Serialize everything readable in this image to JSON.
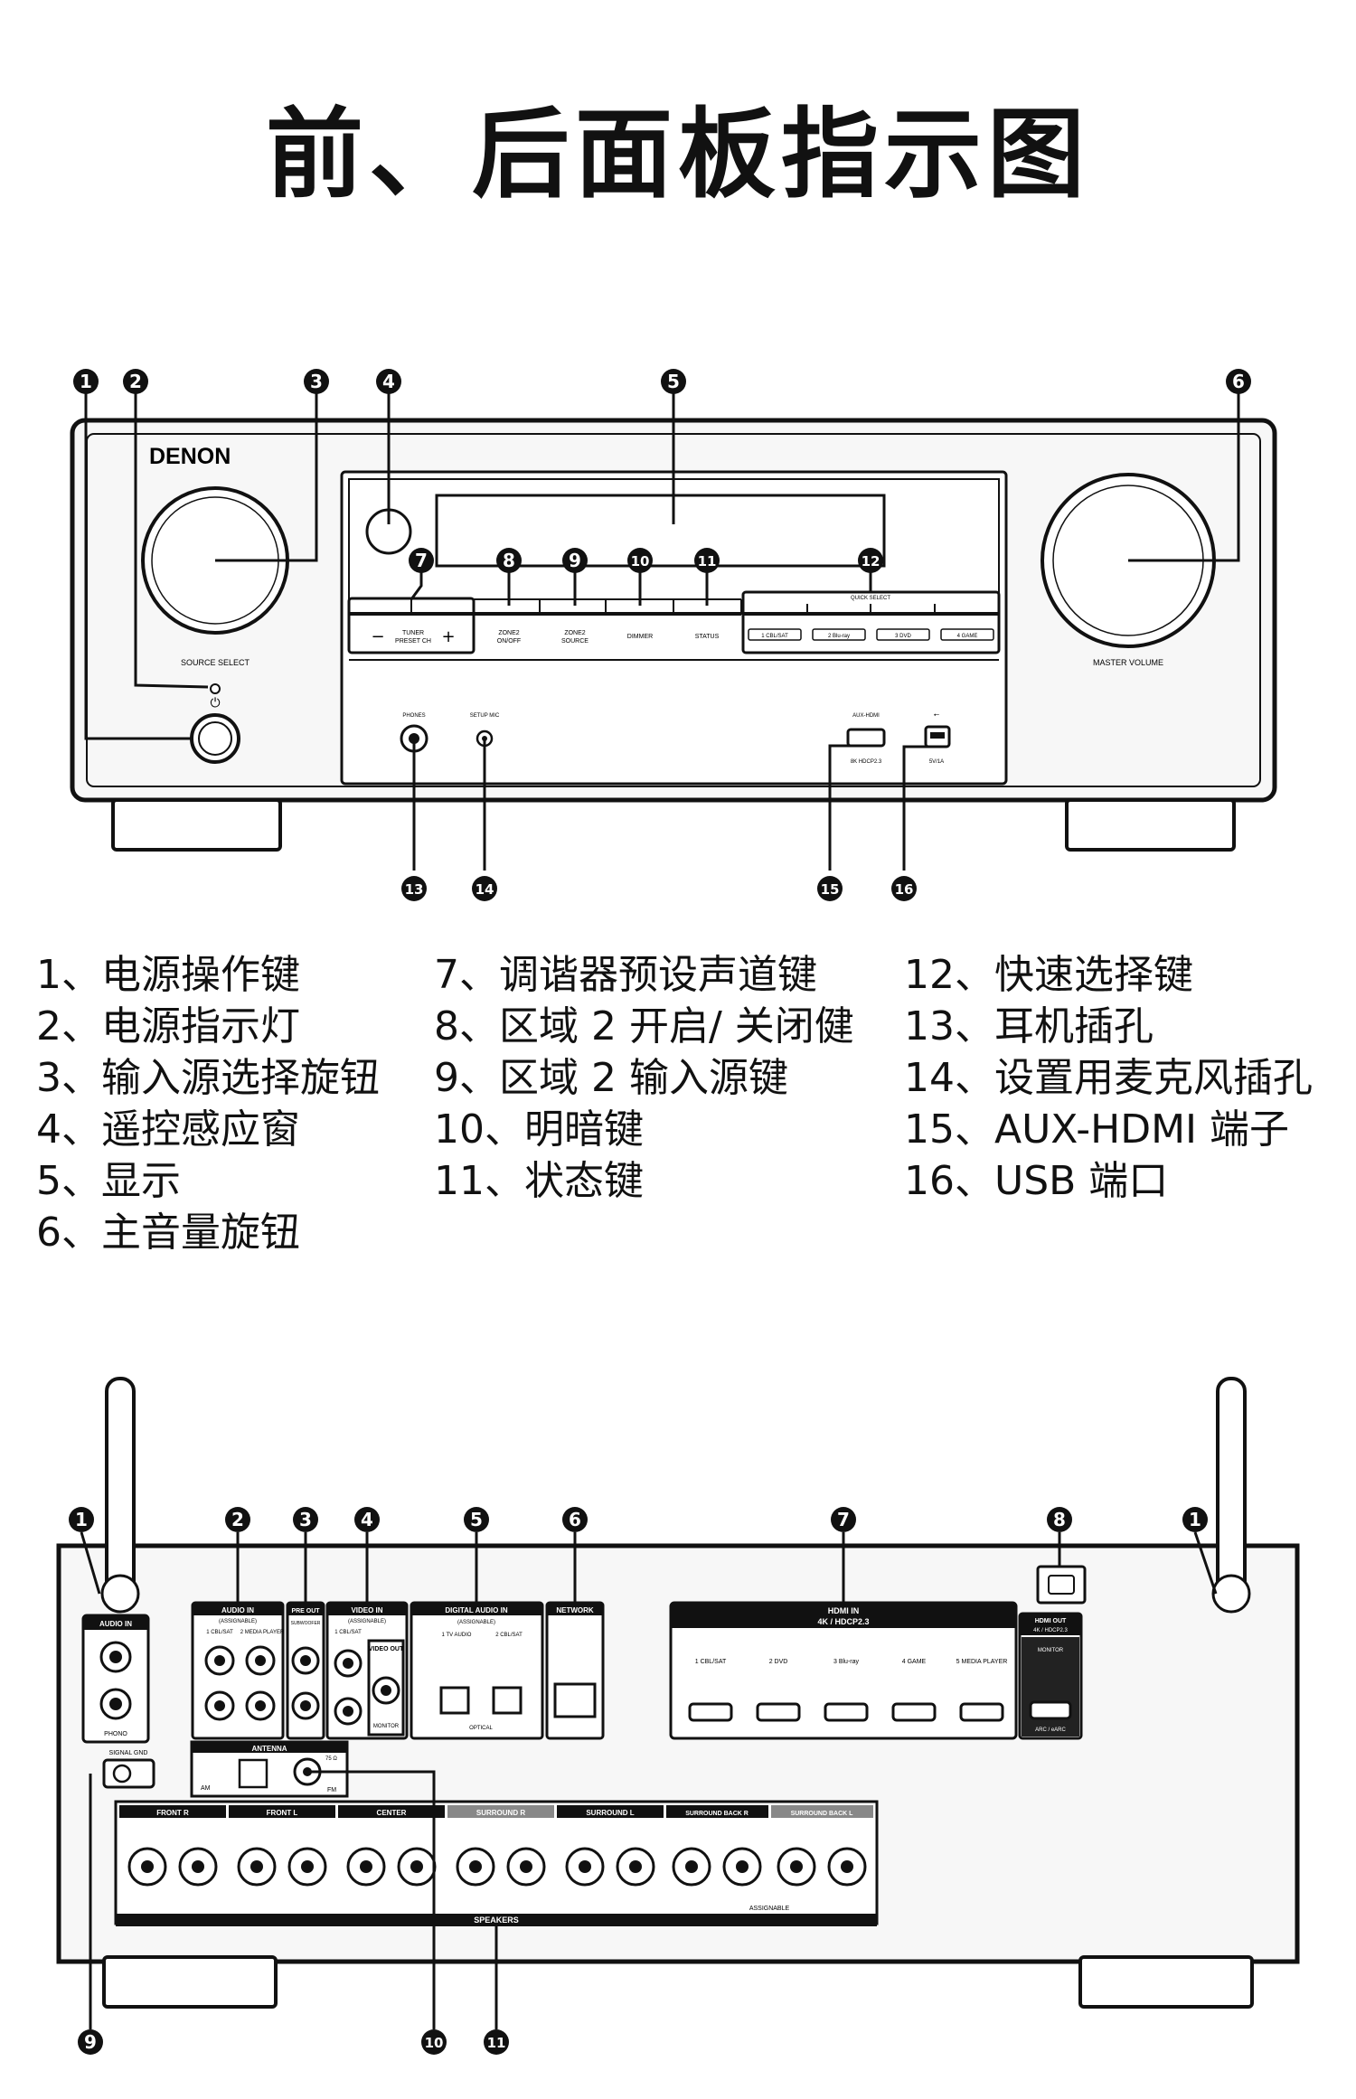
{
  "title": "前、后面板指示图",
  "front_panel": {
    "brand": "DENON",
    "labels": {
      "source_select": "SOURCE SELECT",
      "master_volume": "MASTER VOLUME",
      "quick_select": "QUICK SELECT",
      "tuner": "TUNER\nPRESET CH",
      "zone2_onoff": "ZONE2\nON/OFF",
      "zone2_source": "ZONE2\nSOURCE",
      "dimmer": "DIMMER",
      "status": "STATUS",
      "qs1": "1 CBL/SAT",
      "qs2": "2 Blu-ray",
      "qs3": "3 DVD",
      "qs4": "4 GAME",
      "phones": "PHONES",
      "setup_mic": "SETUP MIC",
      "aux_hdmi": "AUX-HDMI",
      "hdcp": "8K HDCP2.3",
      "usb_power": "5V/1A"
    },
    "callouts": [
      "1",
      "2",
      "3",
      "4",
      "5",
      "6",
      "7",
      "8",
      "9",
      "10",
      "11",
      "12",
      "13",
      "14",
      "15",
      "16"
    ]
  },
  "legend": {
    "col1": [
      "1、电源操作键",
      "2、电源指示灯",
      "3、输入源选择旋钮",
      "4、遥控感应窗",
      "5、显示",
      "6、主音量旋钮"
    ],
    "col2": [
      "7、调谐器预设声道键",
      "8、区域 2 开启/ 关闭健",
      "9、区域 2 输入源键",
      "10、明暗键",
      "11、状态键"
    ],
    "col3": [
      "12、快速选择键",
      "13、耳机插孔",
      "14、设置用麦克风插孔",
      "15、AUX-HDMI 端子",
      "16、USB 端口"
    ]
  },
  "rear_panel": {
    "callouts": [
      "1",
      "2",
      "3",
      "4",
      "5",
      "6",
      "7",
      "8",
      "1",
      "9",
      "10",
      "11"
    ],
    "labels": {
      "audio_in": "AUDIO IN",
      "assignable": "(ASSIGNABLE)",
      "cbl_sat": "1 CBL/SAT",
      "media_player": "2 MEDIA PLAYER",
      "phono": "PHONO",
      "pre_out": "PRE OUT",
      "subwoofer": "SUBWOOFER",
      "video_in": "VIDEO IN",
      "video_out": "VIDEO OUT",
      "monitor": "MONITOR",
      "digital_audio_in": "DIGITAL AUDIO IN",
      "tv_audio": "1 TV AUDIO",
      "cbl_sat2": "2 CBL/SAT",
      "optical": "OPTICAL",
      "network": "NETWORK",
      "hdmi_in": "HDMI IN",
      "hdmi_spec": "4K / HDCP2.3",
      "hdmi_inputs": [
        "1 CBL/SAT",
        "2 DVD",
        "3 Blu-ray",
        "4 GAME",
        "5 MEDIA PLAYER"
      ],
      "hdmi_out": "HDMI OUT",
      "hdmi_out_spec": "4K / HDCP2.3",
      "arc": "ARC / eARC",
      "signal_gnd": "SIGNAL GND",
      "antenna": "ANTENNA",
      "am": "AM",
      "fm": "FM",
      "ohm": "75 Ω",
      "speaker_groups": [
        "FRONT R",
        "FRONT L",
        "CENTER",
        "SURROUND R",
        "SURROUND L",
        "SURROUND BACK R",
        "SURROUND BACK L"
      ],
      "speakers": "SPEAKERS",
      "assignable_spk": "ASSIGNABLE"
    }
  }
}
